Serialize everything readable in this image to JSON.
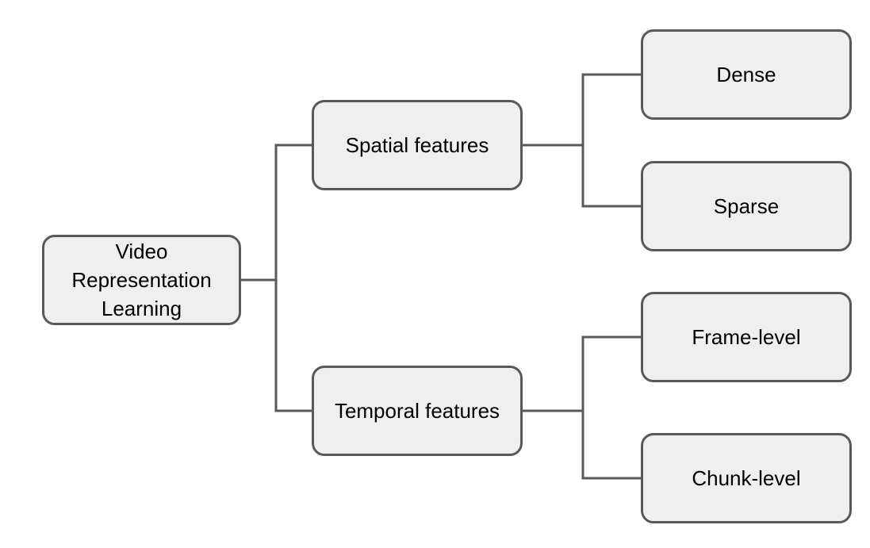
{
  "diagram": {
    "root": {
      "label": "Video Representation Learning",
      "lines": [
        "Video",
        "Representation",
        "Learning"
      ]
    },
    "branches": [
      {
        "label": "Spatial features",
        "children": [
          "Dense",
          "Sparse"
        ]
      },
      {
        "label": "Temporal features",
        "children": [
          "Frame-level",
          "Chunk-level"
        ]
      }
    ]
  },
  "colors": {
    "node_fill": "#efefef",
    "node_border": "#595959",
    "connector": "#595959",
    "text": "#000000"
  }
}
